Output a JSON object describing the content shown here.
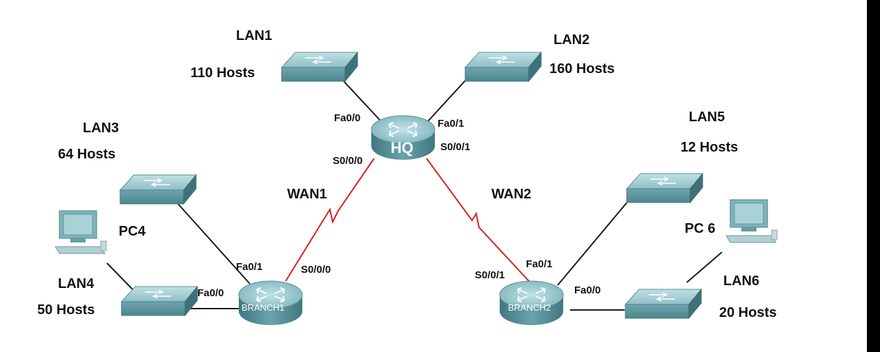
{
  "colors": {
    "link": "#1a1a1a",
    "wan": "#d62020",
    "device_top": "#9fc9cf",
    "device_side": "#5f959c",
    "router_top": "#8fc2c8",
    "router_body": "#4f8891",
    "right_band": "#000000"
  },
  "lans": {
    "lan1": {
      "name": "LAN1",
      "hosts": "110 Hosts"
    },
    "lan2": {
      "name": "LAN2",
      "hosts": "160 Hosts"
    },
    "lan3": {
      "name": "LAN3",
      "hosts": "64 Hosts"
    },
    "lan4": {
      "name": "LAN4",
      "hosts": "50 Hosts"
    },
    "lan5": {
      "name": "LAN5",
      "hosts": "12 Hosts"
    },
    "lan6": {
      "name": "LAN6",
      "hosts": "20 Hosts"
    }
  },
  "pcs": {
    "pc4": "PC4",
    "pc6": "PC 6"
  },
  "wans": {
    "wan1": "WAN1",
    "wan2": "WAN2"
  },
  "routers": {
    "hq": {
      "name": "HQ",
      "fa00": "Fa0/0",
      "fa01": "Fa0/1",
      "s000": "S0/0/0",
      "s001": "S0/0/1"
    },
    "branch1": {
      "name": "BRANCH1",
      "fa01": "Fa0/1",
      "fa00": "Fa0/0",
      "s000": "S0/0/0"
    },
    "branch2": {
      "name": "BRANCH2",
      "s001": "S0/0/1",
      "fa01": "Fa0/1",
      "fa00": "Fa0/0"
    }
  },
  "icons": {
    "switch": "switch-icon",
    "router": "router-icon",
    "pc": "pc-icon"
  }
}
